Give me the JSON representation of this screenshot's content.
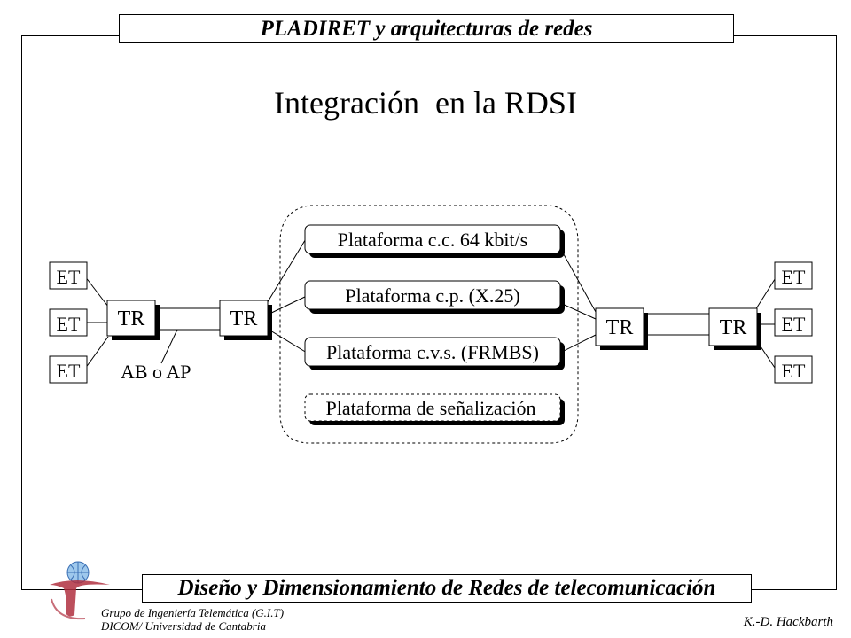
{
  "header": {
    "banner_title": "PLADIRET y arquitecturas de redes"
  },
  "slide": {
    "title": "Integración  en la RDSI"
  },
  "diagram": {
    "left_terminals": [
      "ET",
      "ET",
      "ET"
    ],
    "right_terminals": [
      "ET",
      "ET",
      "ET"
    ],
    "left_tr_outer": "TR",
    "left_tr_inner": "TR",
    "right_tr_inner": "TR",
    "right_tr_outer": "TR",
    "link_label": "AB o AP",
    "platforms": [
      "Plataforma c.c. 64 kbit/s",
      "Plataforma c.p. (X.25)",
      "Plataforma c.v.s. (FRMBS)",
      "Plataforma de señalización"
    ]
  },
  "footer": {
    "banner_title": "Diseño y Dimensionamiento de Redes de telecomunicación",
    "group_line": "Grupo de Ingeniería Telemática (G.I.T)",
    "dept_line": "DICOM/ Universidad de Cantabria",
    "author": "K.-D. Hackbarth"
  }
}
